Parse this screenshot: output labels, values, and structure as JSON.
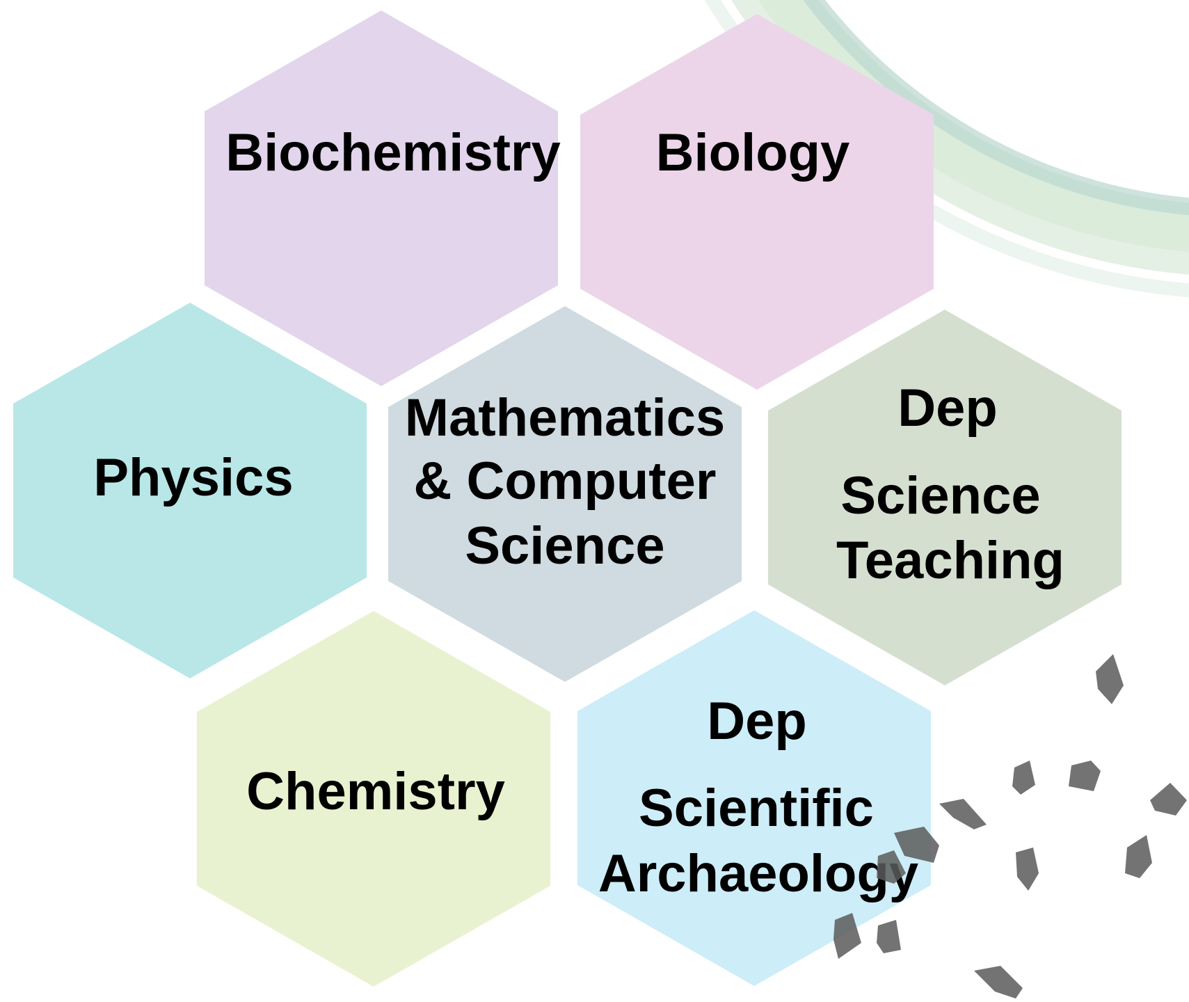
{
  "diagram": {
    "hexagons": [
      {
        "id": "biochemistry",
        "fill": "#e2d5ec",
        "lines": [
          {
            "text": "Biochemistry"
          }
        ]
      },
      {
        "id": "biology",
        "fill": "#ecd5e9",
        "lines": [
          {
            "text": "Biology"
          }
        ]
      },
      {
        "id": "physics",
        "fill": "#b9e7e8",
        "lines": [
          {
            "text": "Physics"
          }
        ]
      },
      {
        "id": "mathematics",
        "fill": "#cfdbe0",
        "lines": [
          {
            "text": "Mathematics"
          },
          {
            "text": "& Computer"
          },
          {
            "text": "Science"
          }
        ]
      },
      {
        "id": "science-teaching",
        "fill": "#d5dfd0",
        "lines": [
          {
            "text": "Dep"
          },
          {
            "text": "Science"
          },
          {
            "text": "Teaching"
          }
        ]
      },
      {
        "id": "chemistry",
        "fill": "#e9f2d0",
        "lines": [
          {
            "text": "Chemistry"
          }
        ]
      },
      {
        "id": "archaeology",
        "fill": "#cdedf8",
        "lines": [
          {
            "text": "Dep"
          },
          {
            "text": "Scientific"
          },
          {
            "text": "Archaeology"
          }
        ]
      }
    ],
    "decoration": {
      "arc_colors": [
        "#cfe6cf",
        "#dcebdc",
        "#bdd9d2",
        "#e6f1ea"
      ],
      "flake_color": "#5a5a5a"
    }
  }
}
